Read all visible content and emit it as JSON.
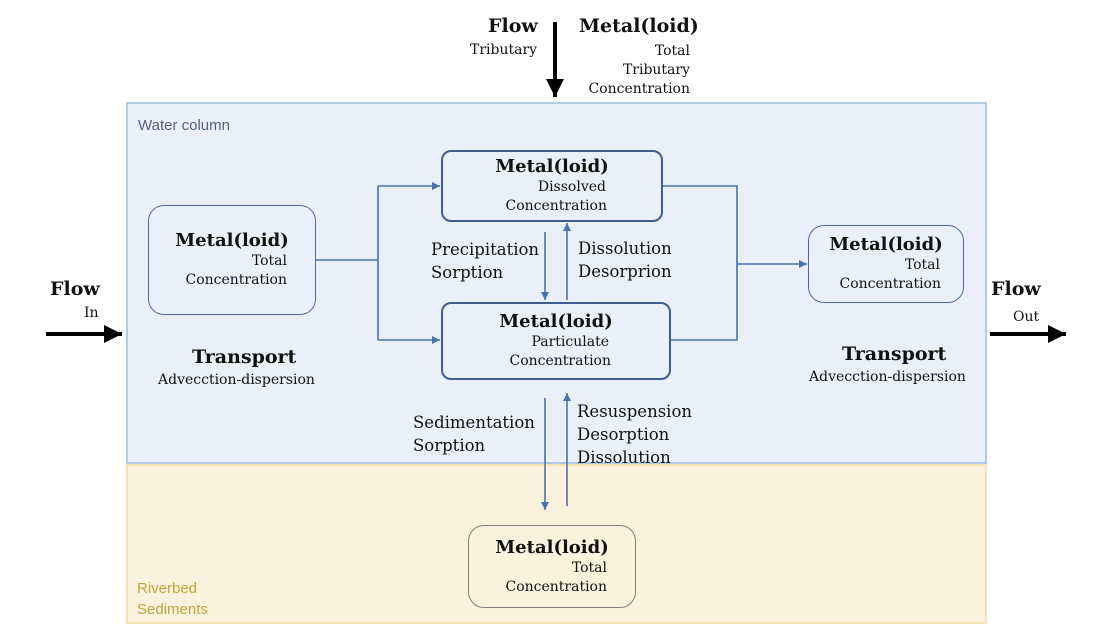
{
  "regions": {
    "water": "Water column",
    "sediment": "Riverbed Sediments"
  },
  "tributary": {
    "flow_title": "Flow",
    "flow_sub": "Tributary",
    "metal_title": "Metal(loid)",
    "metal_lines": [
      "Total",
      "Tributary",
      "Concentration"
    ]
  },
  "inflow": {
    "title": "Flow",
    "sub": "In"
  },
  "outflow": {
    "title": "Flow",
    "sub": "Out"
  },
  "boxes": {
    "total_in": {
      "title": "Metal(loid)",
      "lines": [
        "Total",
        "Concentration"
      ]
    },
    "dissolved": {
      "title": "Metal(loid)",
      "lines": [
        "Dissolved",
        "Concentration"
      ]
    },
    "particulate": {
      "title": "Metal(loid)",
      "lines": [
        "Particulate",
        "Concentration"
      ]
    },
    "total_out": {
      "title": "Metal(loid)",
      "lines": [
        "Total",
        "Concentration"
      ]
    },
    "sediment": {
      "title": "Metal(loid)",
      "lines": [
        "Total",
        "Concentration"
      ]
    }
  },
  "transport_left": {
    "title": "Transport",
    "sub": "Advecction-dispersion"
  },
  "transport_right": {
    "title": "Transport",
    "sub": "Advecction-dispersion"
  },
  "processes": {
    "down_upper": [
      "Precipitation",
      "Sorption"
    ],
    "up_upper": [
      "Dissolution",
      "Desorprion"
    ],
    "down_lower": [
      "Sedimentation",
      "Sorption"
    ],
    "up_lower": [
      "Resuspension",
      "Desorption",
      "Dissolution"
    ]
  },
  "colors": {
    "connector": "#4a72ad",
    "flow_arrow": "#000000"
  }
}
